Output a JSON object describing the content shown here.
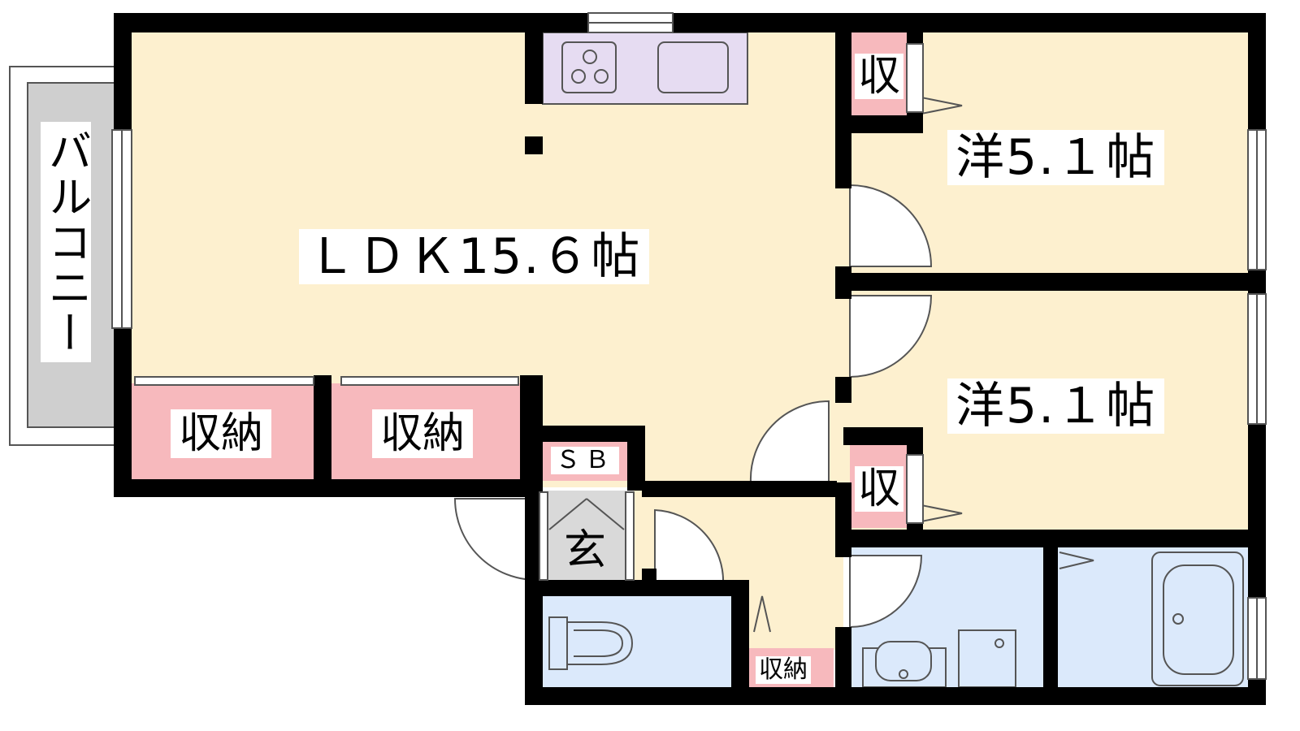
{
  "colors": {
    "wall": "#000000",
    "living_floor": "#fdf0cf",
    "storage": "#f7b9bd",
    "kitchen": "#e6dcf2",
    "wet_area": "#dbe9fb",
    "entrance": "#d9d9d9",
    "balcony": "#cfcfcf",
    "window": "#ffffff"
  },
  "rooms": {
    "ldk": "ＬＤＫ15.６帖",
    "western_1": "洋5.１帖",
    "western_2": "洋5.１帖",
    "storage_left": "収納",
    "storage_right": "収納",
    "shoe_box": "ＳＢ",
    "entrance": "玄",
    "closet_1": "収",
    "closet_2": "収",
    "hall_storage": "収納",
    "balcony": "バルコニー"
  },
  "fixtures": {
    "kitchen": "kitchen-counter-icon",
    "toilet": "toilet-icon",
    "washbasin": "washbasin-icon",
    "washer": "washing-machine-icon",
    "bathtub": "bathtub-icon"
  }
}
